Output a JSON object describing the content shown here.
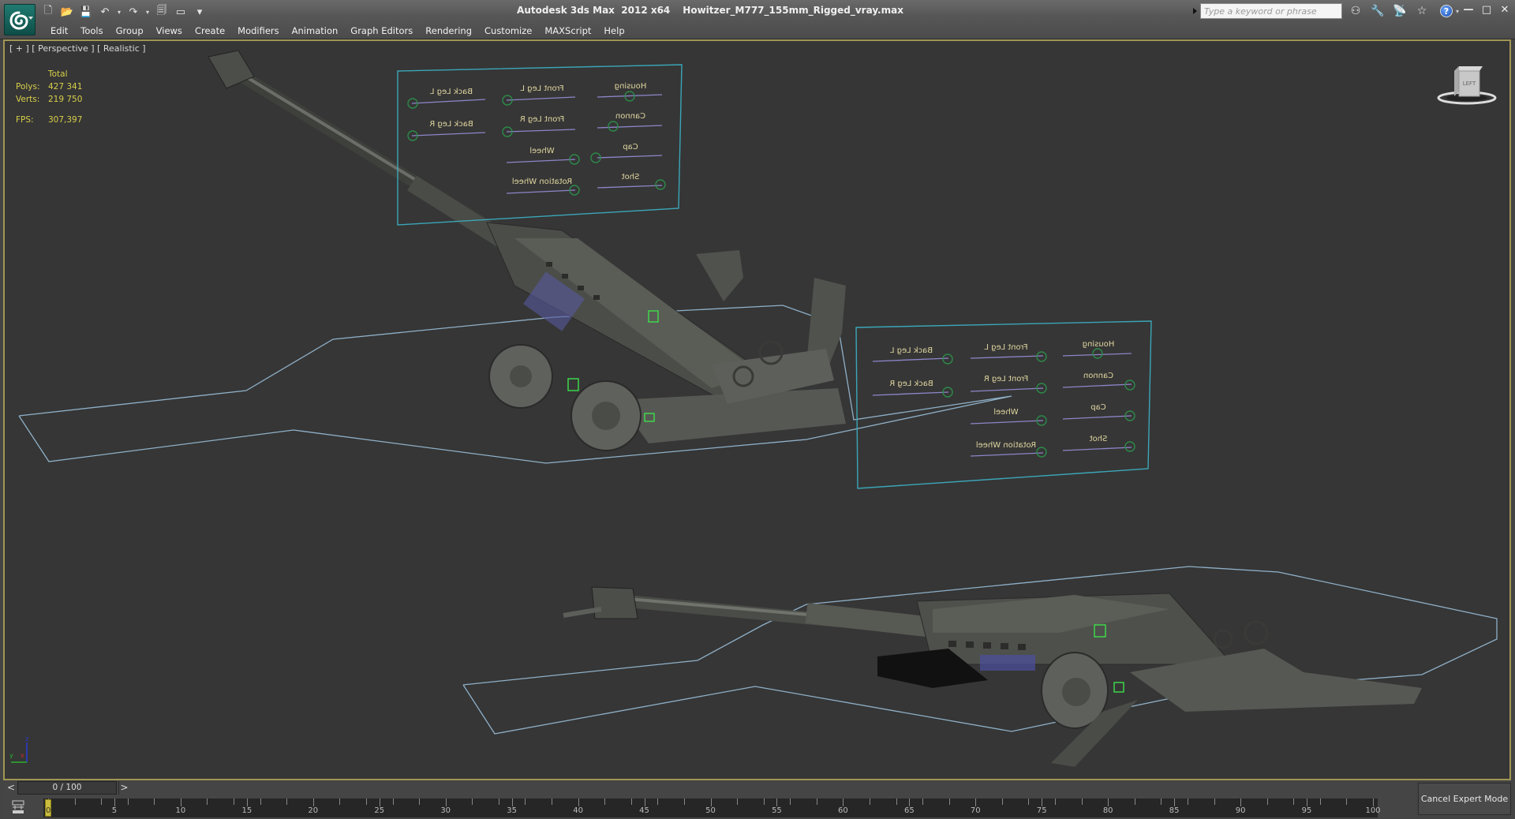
{
  "app": {
    "title_product": "Autodesk 3ds Max  2012 x64",
    "title_file": "Howitzer_M777_155mm_Rigged_vray.max",
    "app_button_icon": "3dsmax-logo-icon"
  },
  "quick_access": [
    {
      "name": "new-file-icon",
      "glyph": "🗋"
    },
    {
      "name": "open-file-icon",
      "glyph": "📂"
    },
    {
      "name": "save-file-icon",
      "glyph": "💾"
    },
    {
      "name": "undo-icon",
      "glyph": "↶"
    },
    {
      "name": "redo-icon",
      "glyph": "↷"
    },
    {
      "name": "project-folder-icon",
      "glyph": "🗐"
    },
    {
      "name": "workspace-icon",
      "glyph": "▭"
    },
    {
      "name": "customize-qat-icon",
      "glyph": "▾"
    }
  ],
  "menu": [
    "Edit",
    "Tools",
    "Group",
    "Views",
    "Create",
    "Modifiers",
    "Animation",
    "Graph Editors",
    "Rendering",
    "Customize",
    "MAXScript",
    "Help"
  ],
  "search": {
    "placeholder": "Type a keyword or phrase",
    "value": ""
  },
  "info_center": [
    {
      "name": "binoculars-icon",
      "glyph": "⚇"
    },
    {
      "name": "subscription-icon",
      "glyph": "🔧"
    },
    {
      "name": "communication-icon",
      "glyph": "📡"
    },
    {
      "name": "favorites-icon",
      "glyph": "☆"
    }
  ],
  "help": {
    "glyph": "?"
  },
  "window_controls": {
    "minimize": "—",
    "maximize": "□",
    "close": "✕"
  },
  "viewport": {
    "label": "[ + ] [ Perspective ] [ Realistic ]",
    "stats": {
      "header": "Total",
      "polys_label": "Polys:",
      "polys": "427 341",
      "verts_label": "Verts:",
      "verts": "219 750",
      "fps_label": "FPS:",
      "fps": "307,397"
    },
    "viewcube_face": "LEFT",
    "axis": {
      "z": "z",
      "x": "x",
      "y": "y"
    },
    "control_panels": [
      {
        "id": "panel-upper",
        "controls": [
          "Back Leg L",
          "Front Leg L",
          "Housing",
          "Back Leg R",
          "Front Leg R",
          "Cannon",
          "Wheel",
          "Cap",
          "Rotation Wheel",
          "Shot"
        ]
      },
      {
        "id": "panel-lower",
        "controls": [
          "Back Leg L",
          "Front Leg L",
          "Housing",
          "Back Leg R",
          "Front Leg R",
          "Cannon",
          "Wheel",
          "Cap",
          "Rotation Wheel",
          "Shot"
        ]
      }
    ],
    "colors": {
      "border_active": "#a19654",
      "stats_text": "#d8cf4a",
      "helper_line": "#8fb0c8",
      "panel_frame": "#3ba6b8",
      "slider_line": "#8c86c9",
      "slider_knob": "#2d8a4a"
    }
  },
  "timeline": {
    "frame_display": "0 / 100",
    "prev": "<",
    "next": ">",
    "current_frame": "0",
    "start": 0,
    "end": 100,
    "labels": [
      "5",
      "10",
      "15",
      "20",
      "25",
      "30",
      "35",
      "40",
      "45",
      "50",
      "55",
      "60",
      "65",
      "70",
      "75",
      "80",
      "85",
      "90",
      "95",
      "100"
    ]
  },
  "expert_mode": {
    "label": "Cancel Expert Mode"
  }
}
